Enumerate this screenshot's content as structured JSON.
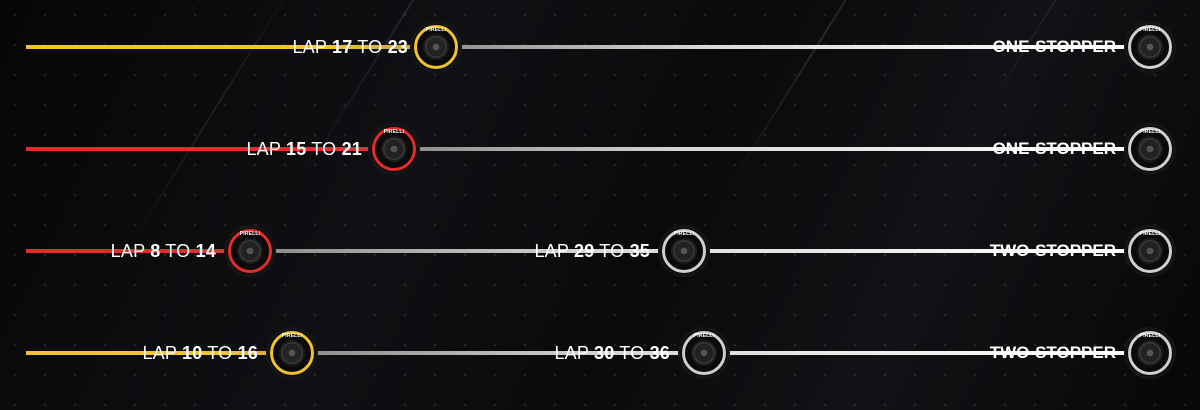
{
  "colors": {
    "medium": "#f2c230",
    "soft": "#e32c2c",
    "hard": "#e8e8e8"
  },
  "tyre_brand": "PIRELLI",
  "rows": [
    {
      "compound": "medium",
      "strategy": "ONE-STOPPER",
      "stops": [
        {
          "prefix": "LAP",
          "from": "17",
          "to_word": "TO",
          "to": "23",
          "tyre": "medium"
        }
      ]
    },
    {
      "compound": "soft",
      "strategy": "ONE-STOPPER",
      "stops": [
        {
          "prefix": "LAP",
          "from": "15",
          "to_word": "TO",
          "to": "21",
          "tyre": "soft"
        }
      ]
    },
    {
      "compound": "soft",
      "strategy": "TWO-STOPPER",
      "stops": [
        {
          "prefix": "LAP",
          "from": "8",
          "to_word": "TO",
          "to": "14",
          "tyre": "soft"
        },
        {
          "prefix": "LAP",
          "from": "29",
          "to_word": "TO",
          "to": "35",
          "tyre": "hard"
        }
      ]
    },
    {
      "compound": "medium",
      "strategy": "TWO-STOPPER",
      "stops": [
        {
          "prefix": "LAP",
          "from": "10",
          "to_word": "TO",
          "to": "16",
          "tyre": "medium"
        },
        {
          "prefix": "LAP",
          "from": "30",
          "to_word": "TO",
          "to": "36",
          "tyre": "hard"
        }
      ]
    }
  ]
}
